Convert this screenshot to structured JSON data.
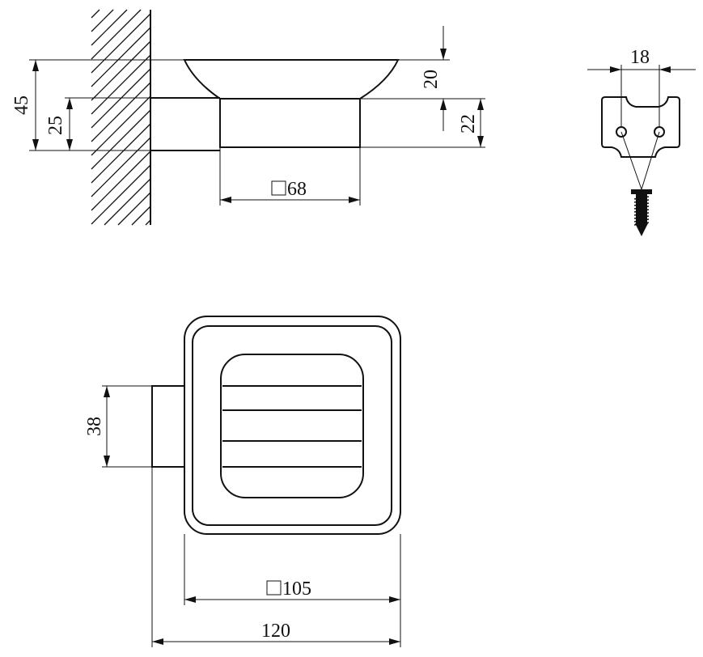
{
  "dimensions": {
    "total_height": "45",
    "mount_height": "25",
    "dish_height": "20",
    "base_height": "22",
    "base_square": "68",
    "hole_spacing": "18",
    "mount_width_top": "38",
    "dish_square": "105",
    "total_depth": "120"
  },
  "symbols": {
    "square": "square-symbol"
  }
}
